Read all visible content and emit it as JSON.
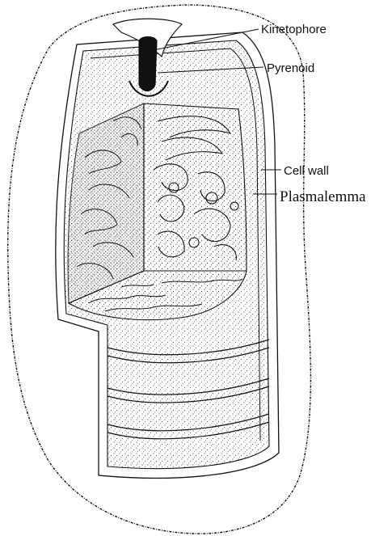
{
  "labels": {
    "kinetophore": "Kinetophore",
    "pyrenoid": "Pyrenoid",
    "cell_wall": "Cell wall",
    "plasmalemma": "Plasmalemma"
  },
  "colors": {
    "ink": "#111111",
    "paper": "#ffffff"
  }
}
